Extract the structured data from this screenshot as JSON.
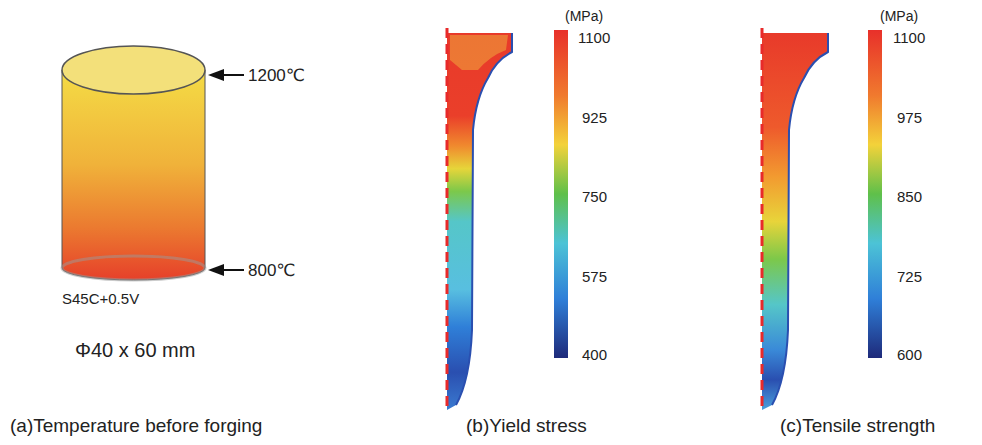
{
  "diagram": {
    "labels": [
      "1200℃",
      "800℃",
      "S45C+0.5V",
      "Φ40 x 60 mm",
      "(MPa)",
      "1100",
      "925",
      "750",
      "575",
      "400",
      "(MPa)",
      "1100",
      "975",
      "850",
      "725",
      "600",
      "(a)Temperature before forging",
      "(b)Yield stress",
      "(c)Tensile strength"
    ]
  }
}
